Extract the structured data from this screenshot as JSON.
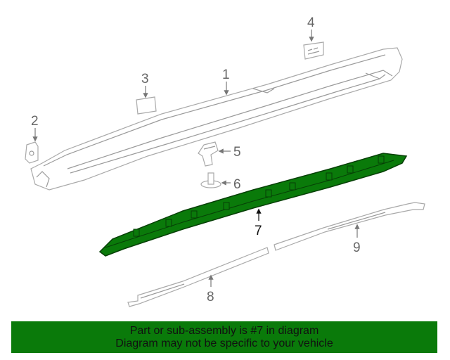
{
  "callouts": {
    "c1": "1",
    "c2": "2",
    "c3": "3",
    "c4": "4",
    "c5": "5",
    "c6": "6",
    "c7": "7",
    "c8": "8",
    "c9": "9"
  },
  "highlight": {
    "part": "7",
    "color": "#0a7a0a"
  },
  "banner": {
    "line1": "Part or sub-assembly is #7 in diagram",
    "line2": "Diagram may not be specific to your vehicle",
    "background": "#0a7a0a"
  }
}
